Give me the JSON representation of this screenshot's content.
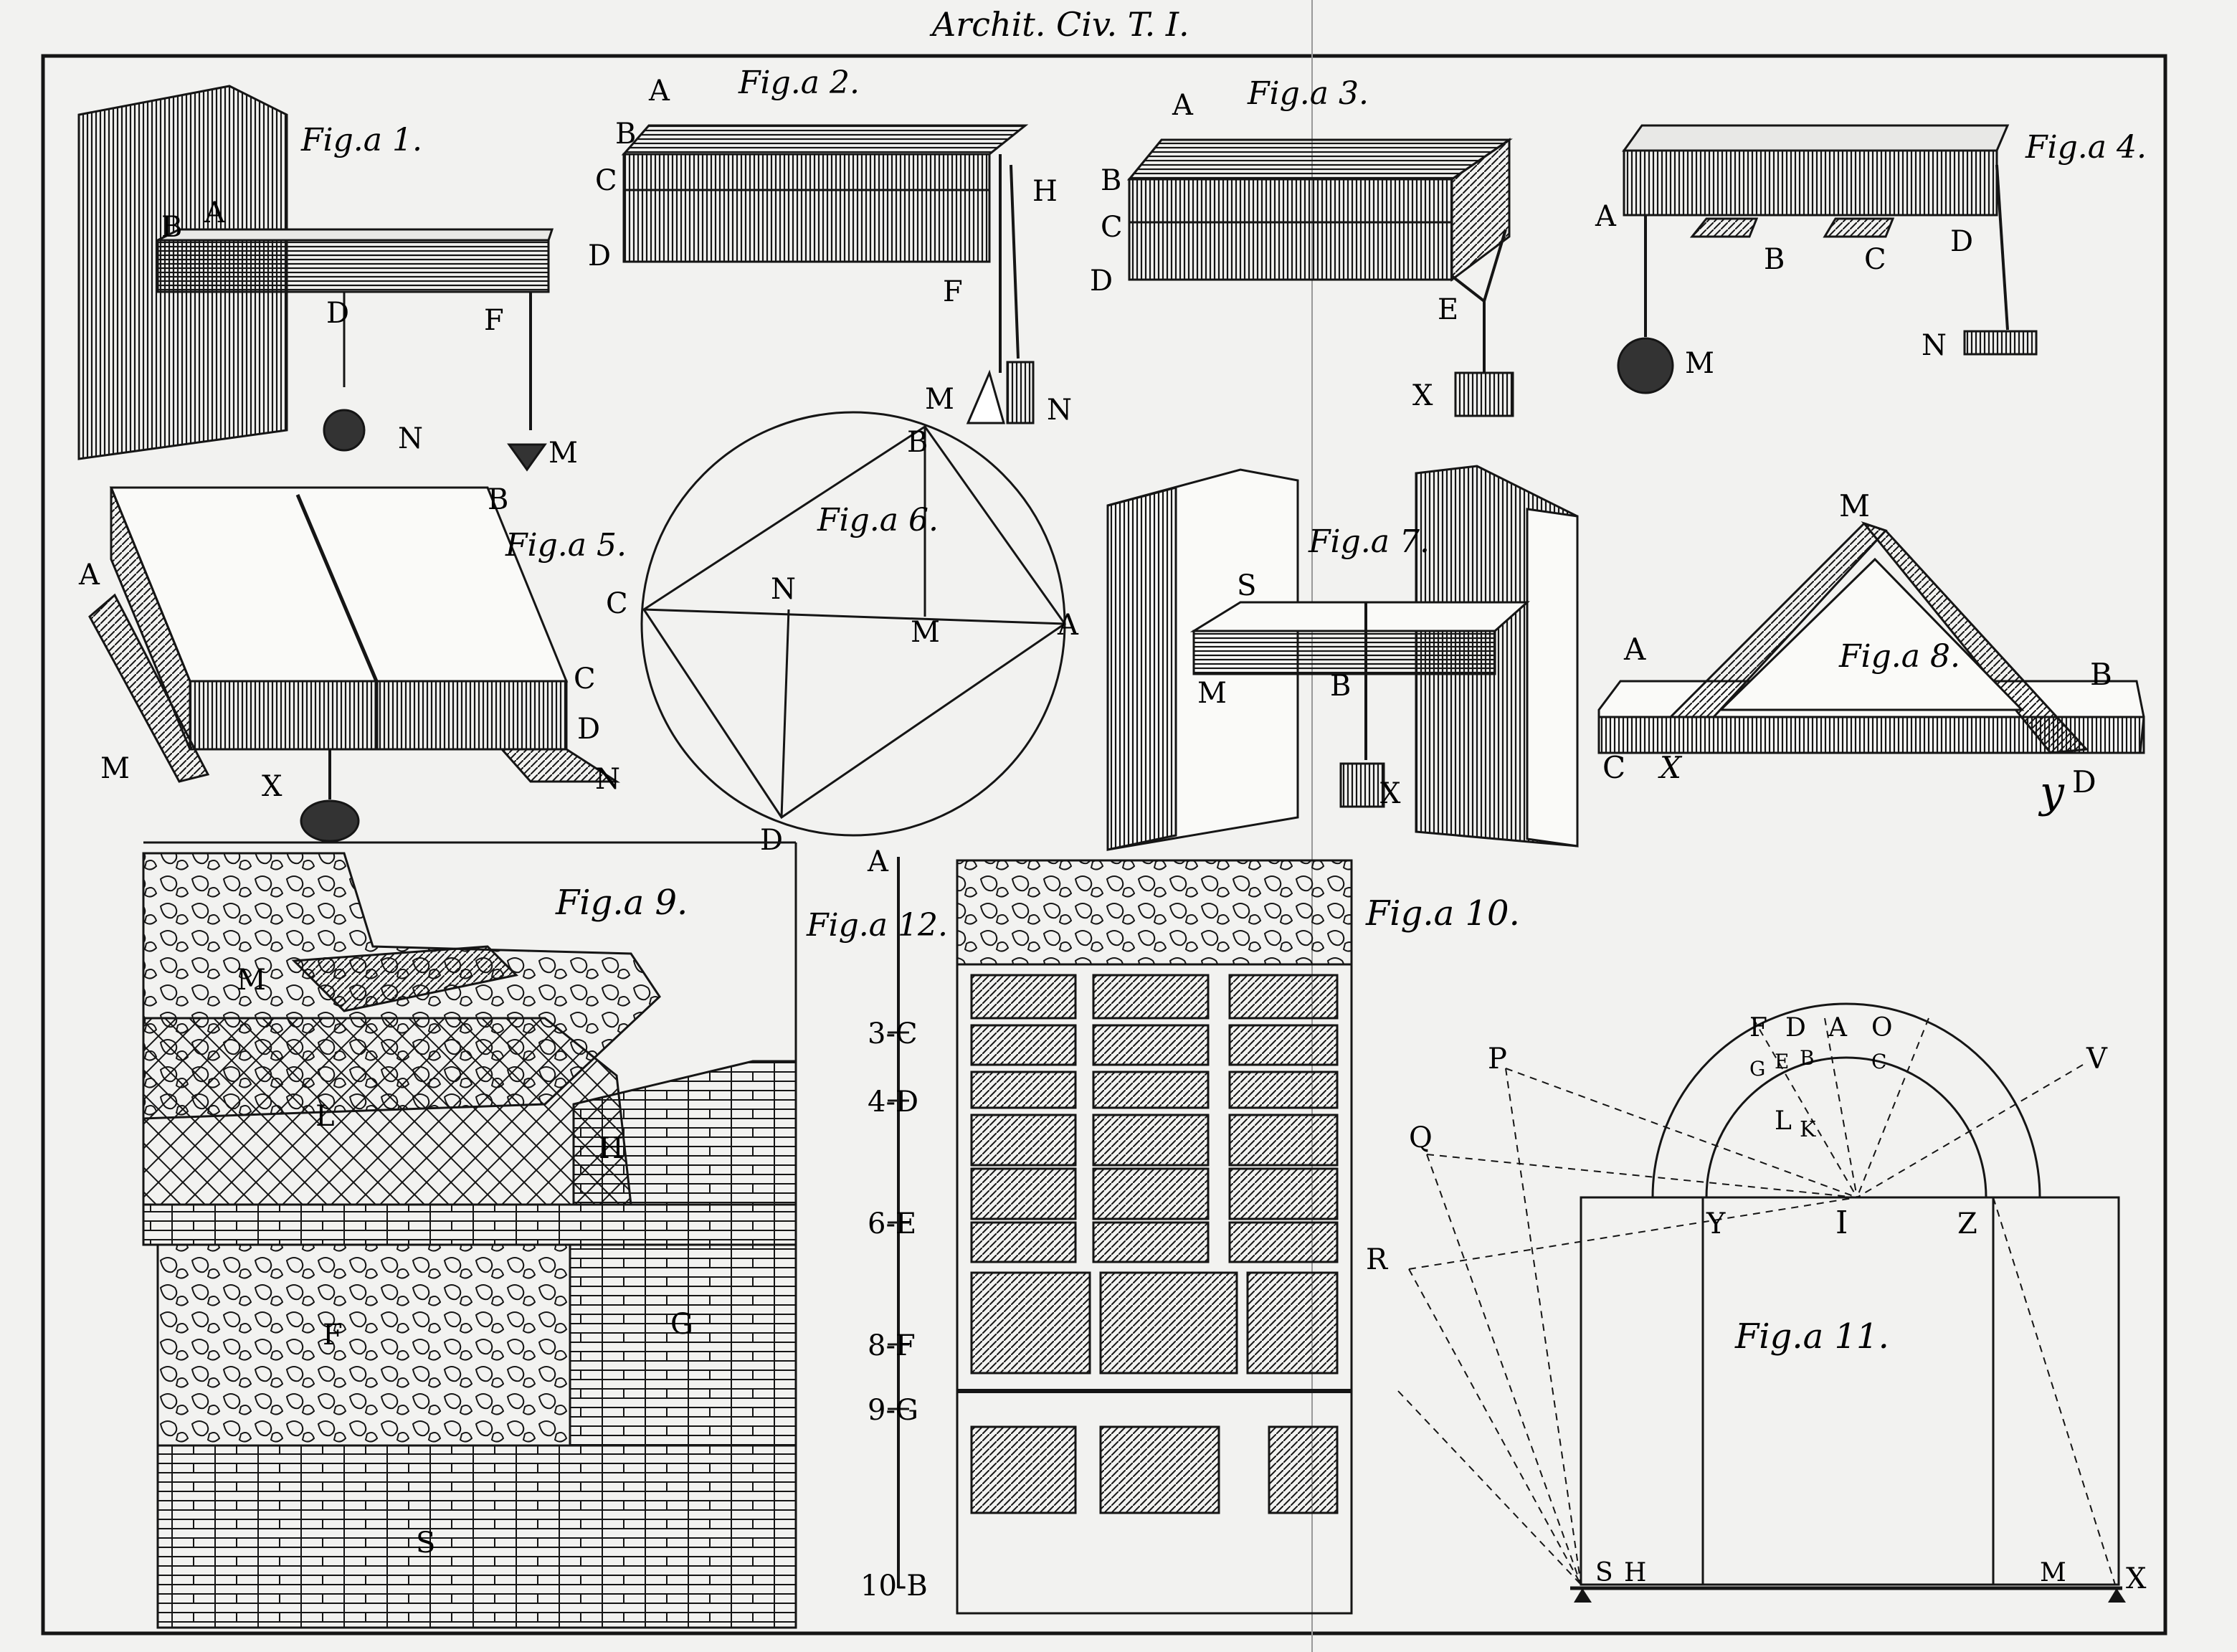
{
  "header": "Archit. Civ. T. I.",
  "figures": {
    "fig1": {
      "caption": "Fig.a 1.",
      "labels": {
        "A": "A",
        "B": "B",
        "D": "D",
        "F": "F",
        "N": "N",
        "M": "M"
      }
    },
    "fig2": {
      "caption": "Fig.a 2.",
      "labels": {
        "A": "A",
        "B": "B",
        "C": "C",
        "D": "D",
        "H": "H",
        "F": "F",
        "M": "M",
        "N": "N"
      }
    },
    "fig3": {
      "caption": "Fig.a 3.",
      "labels": {
        "A": "A",
        "B": "B",
        "C": "C",
        "D": "D",
        "E": "E",
        "X": "X"
      }
    },
    "fig4": {
      "caption": "Fig.a 4.",
      "labels": {
        "A": "A",
        "B": "B",
        "C": "C",
        "D": "D",
        "M": "M",
        "N": "N"
      }
    },
    "fig5": {
      "caption": "Fig.a 5.",
      "labels": {
        "A": "A",
        "B": "B",
        "C": "C",
        "D": "D",
        "M": "M",
        "N": "N",
        "X": "X"
      }
    },
    "fig6": {
      "caption": "Fig.a 6.",
      "labels": {
        "A": "A",
        "B": "B",
        "C": "C",
        "D": "D",
        "N": "N",
        "M": "M"
      }
    },
    "fig7": {
      "caption": "Fig.a 7.",
      "labels": {
        "S": "S",
        "M": "M",
        "B": "B",
        "X": "X"
      }
    },
    "fig8": {
      "caption": "Fig.a 8.",
      "labels": {
        "M": "M",
        "A": "A",
        "B": "B",
        "C": "C",
        "D": "D",
        "X": "X",
        "Y": "y"
      }
    },
    "fig9": {
      "caption": "Fig.a 9.",
      "labels": {
        "M": "M",
        "L": "L",
        "H": "H",
        "F": "F",
        "G": "G",
        "S": "S"
      }
    },
    "fig10": {
      "caption": "Fig.a 10."
    },
    "fig11": {
      "caption": "Fig.a 11.",
      "labels": {
        "F": "F",
        "D": "D",
        "A": "A",
        "O": "O",
        "G": "G",
        "E": "E",
        "B": "B",
        "C": "C",
        "P": "P",
        "V": "V",
        "Q": "Q",
        "R": "R",
        "L": "L",
        "K": "K",
        "Y": "Y",
        "I": "I",
        "Z": "Z",
        "S": "S",
        "H": "H",
        "M": "M",
        "X": "X"
      }
    },
    "fig12": {
      "caption": "Fig.a 12.",
      "marks": {
        "A": "A",
        "C3": "3-C",
        "D4": "4-D",
        "E6": "6-E",
        "F8": "8-F",
        "G9": "9-G",
        "B10": "10-B"
      }
    }
  },
  "colors": {
    "ink": "#151515",
    "paper": "#f2f2f0"
  }
}
